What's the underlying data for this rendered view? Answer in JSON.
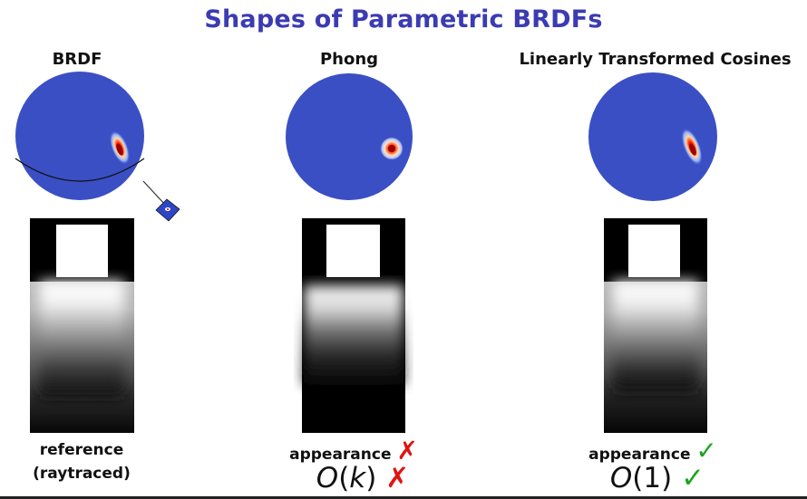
{
  "title": "Shapes of Parametric BRDFs",
  "columns": [
    {
      "heading": "BRDF",
      "caption_line1": "reference",
      "caption_line2": "(raytraced)"
    },
    {
      "heading": "Phong",
      "caption_line1": "appearance",
      "caption_line1_mark": "✗",
      "math_O": "O",
      "math_open": "(",
      "math_arg": "k",
      "math_close": ")",
      "math_mark": "✗"
    },
    {
      "heading": "Linearly Transformed Cosines",
      "caption_line1": "appearance",
      "caption_line1_mark": "✓",
      "math_O": "O",
      "math_open": "(",
      "math_arg": "1",
      "math_close": ")",
      "math_mark": "✓"
    }
  ],
  "colors": {
    "title": "#3b3bb3",
    "sphere": "#3b4fc4",
    "cross": "#e0140f",
    "check": "#1aa51a"
  }
}
